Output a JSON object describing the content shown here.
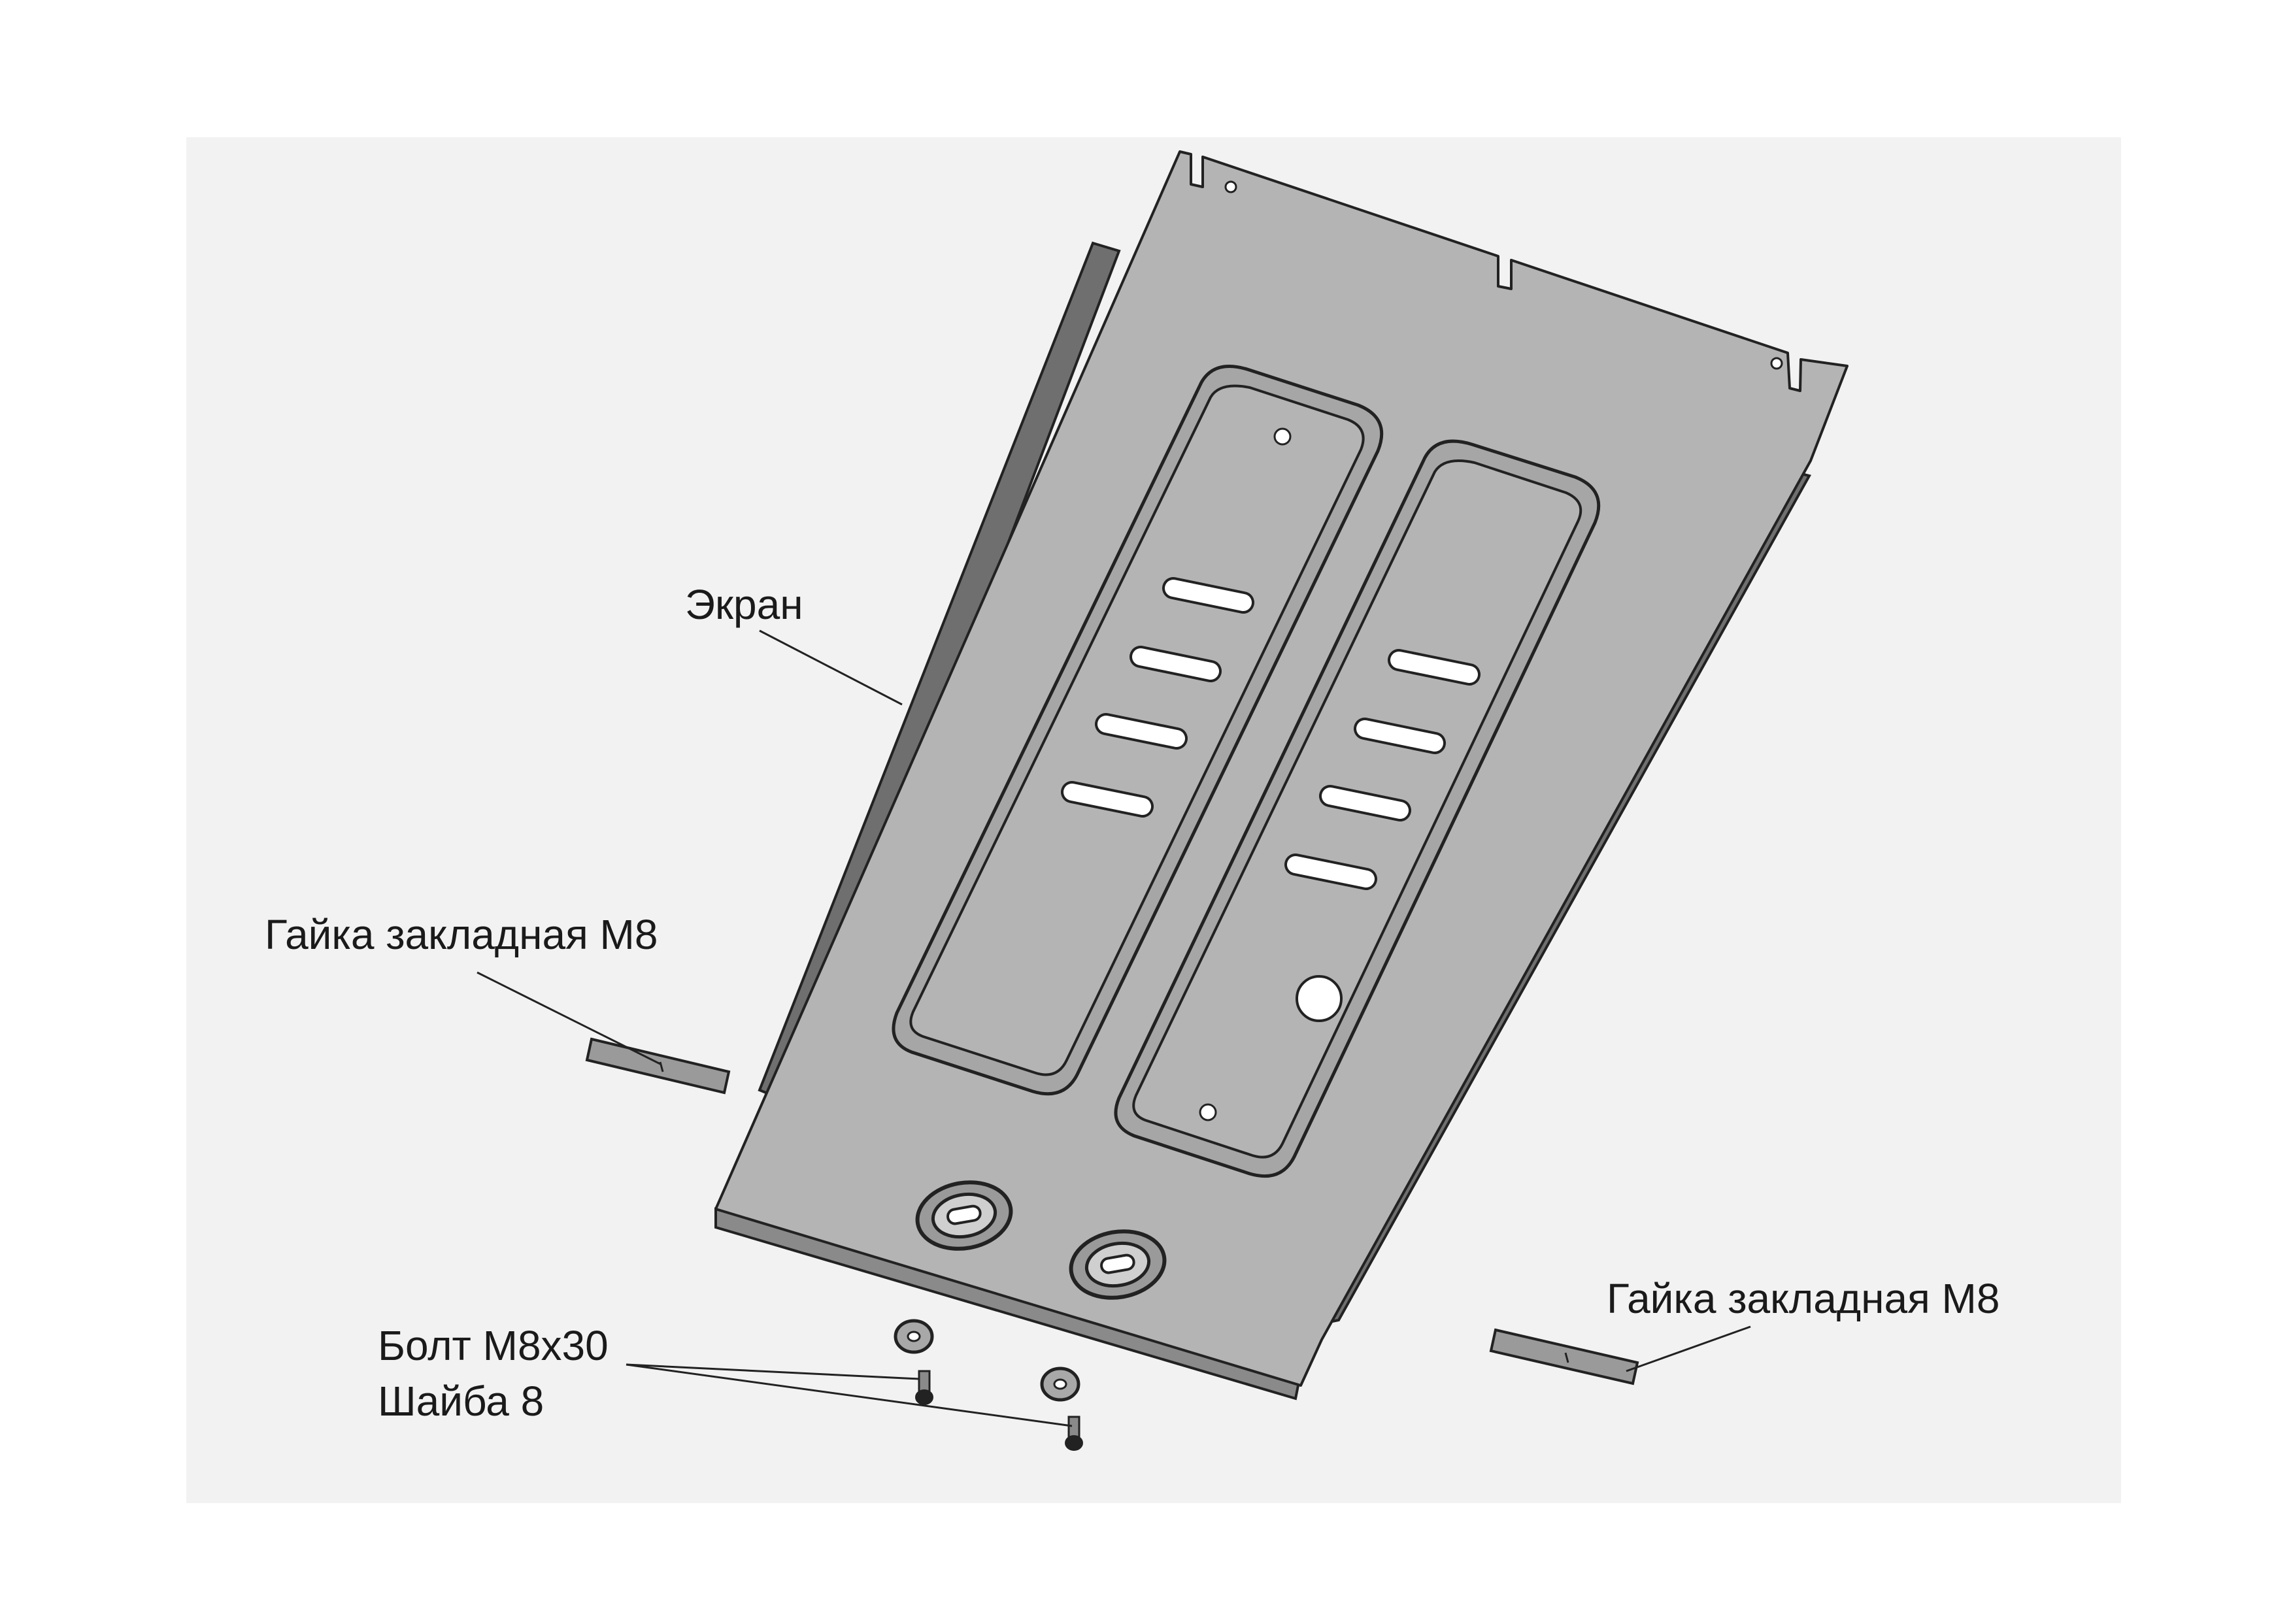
{
  "labels": {
    "screen": "Экран",
    "nut_left": "Гайка закладная М8",
    "nut_right": "Гайка закладная М8",
    "bolt": "Болт М8х30",
    "washer": "Шайба 8"
  },
  "colors": {
    "background_panel": "#f2f2f2",
    "plate_face": "#b4b4b4",
    "plate_edge": "#6f6f6f",
    "plate_outline": "#222222",
    "hole_fill": "#ffffff",
    "leader_line": "#222222"
  }
}
